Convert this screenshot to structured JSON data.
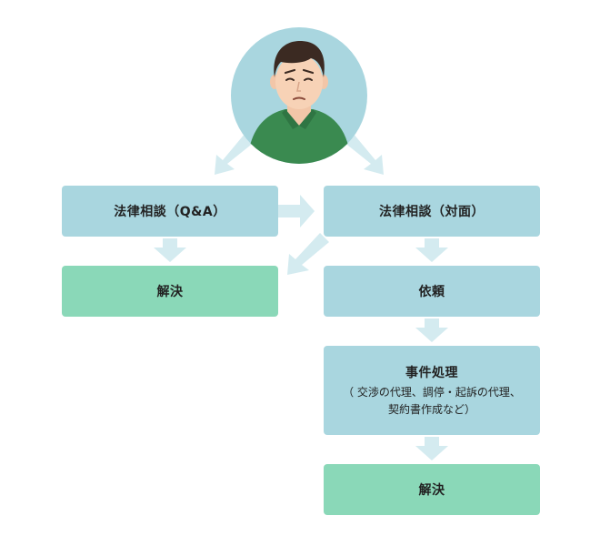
{
  "person": {
    "icon": "worried-person-icon"
  },
  "boxes": {
    "qa": {
      "title": "法律相談（Q&A）"
    },
    "qa_result": {
      "title": "解決"
    },
    "face": {
      "title": "法律相談（対面）"
    },
    "request": {
      "title": "依頼"
    },
    "handling": {
      "title": "事件処理",
      "sub1": "（ 交渉の代理、調停・起訴の代理、",
      "sub2": "契約書作成など）"
    },
    "final_result": {
      "title": "解決"
    }
  },
  "colors": {
    "box_blue": "#a9d6df",
    "box_green": "#8ad8b8",
    "arrow": "#d4ebf0",
    "avatar_bg": "#a9d6df",
    "shirt": "#3a8a50"
  }
}
